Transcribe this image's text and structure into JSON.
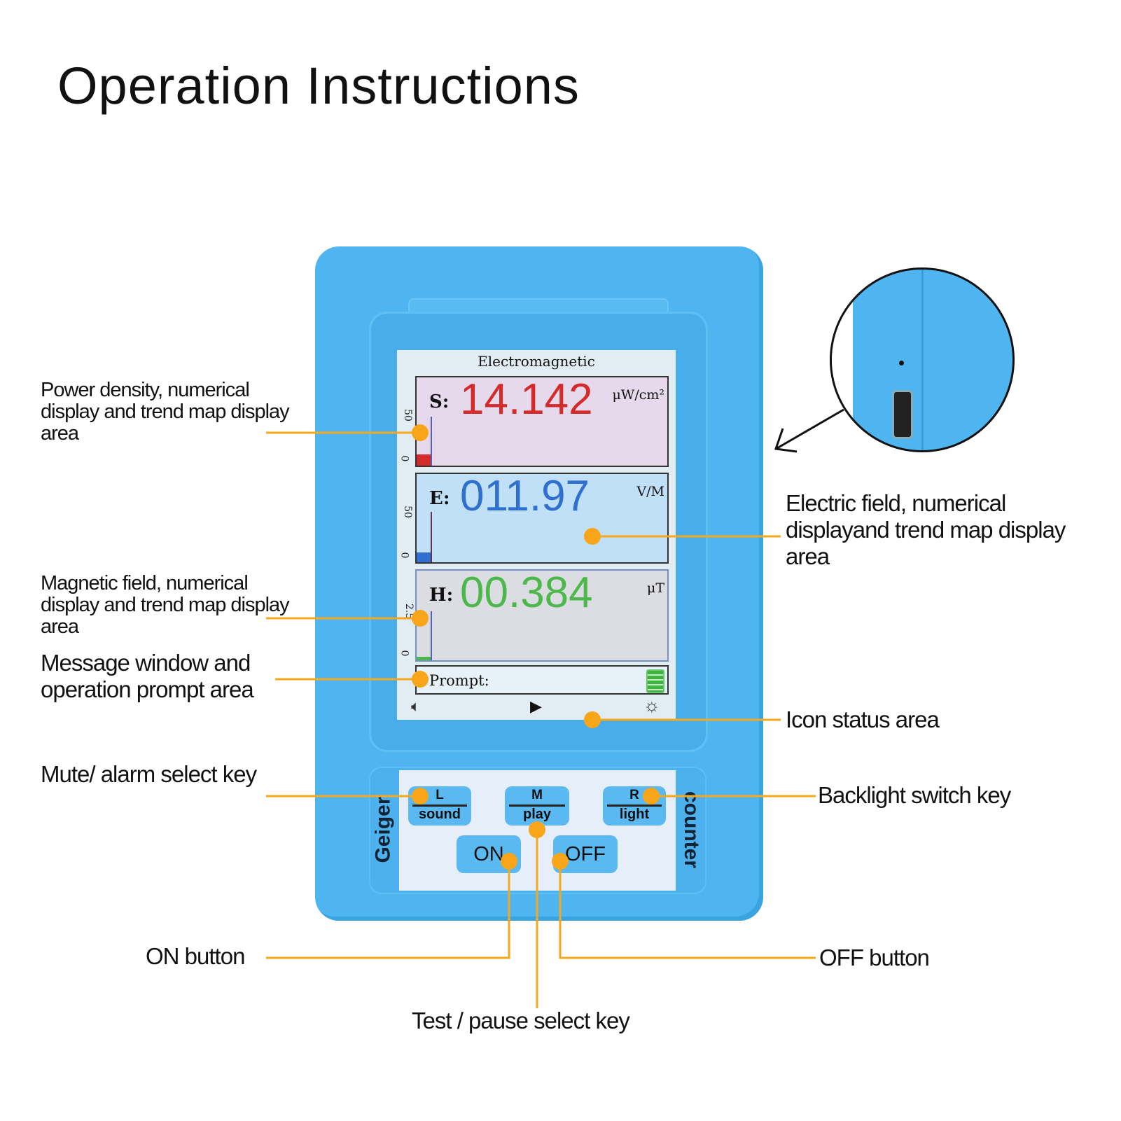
{
  "title": "Operation Instructions",
  "screen": {
    "header": "Electromagnetic",
    "panels": [
      {
        "name": "S:",
        "value": "14.142",
        "unit": "μW/cm²",
        "axis_max": "50",
        "axis_min": "0",
        "color": "#d42a2a",
        "bg": "#e6d9ec"
      },
      {
        "name": "E:",
        "value": "011.97",
        "unit": "V/M",
        "axis_max": "50",
        "axis_min": "0",
        "color": "#2f6fd0",
        "bg": "#bfe0f6"
      },
      {
        "name": "H:",
        "value": "00.384",
        "unit": "μT",
        "axis_max": "2.5",
        "axis_min": "0",
        "color": "#4cb84c",
        "bg": "#dcdde2"
      }
    ],
    "prompt": "Prompt:",
    "icons": [
      "mute-speaker-icon",
      "play-icon",
      "backlight-sun-icon",
      "battery-icon"
    ]
  },
  "keypad": {
    "left_side": "Geiger",
    "right_side": "counter",
    "keys": [
      {
        "top": "L",
        "bottom": "sound"
      },
      {
        "top": "M",
        "bottom": "play"
      },
      {
        "top": "R",
        "bottom": "light"
      }
    ],
    "on": "ON",
    "off": "OFF"
  },
  "labels": {
    "power": "Power density, numerical display and trend map display area",
    "magnetic": "Magnetic field, numerical display and trend map display area",
    "message": "Message window and operation prompt area",
    "mute": "Mute/ alarm select key",
    "on_button": "ON button",
    "test": "Test / pause select key",
    "electric": "Electric field, numerical displayand trend map display area",
    "icon_status": "Icon status area",
    "backlight": "Backlight switch key",
    "off_button": "OFF button"
  },
  "colors": {
    "device": "#4fb5f0",
    "callout": "#f5a81c"
  }
}
